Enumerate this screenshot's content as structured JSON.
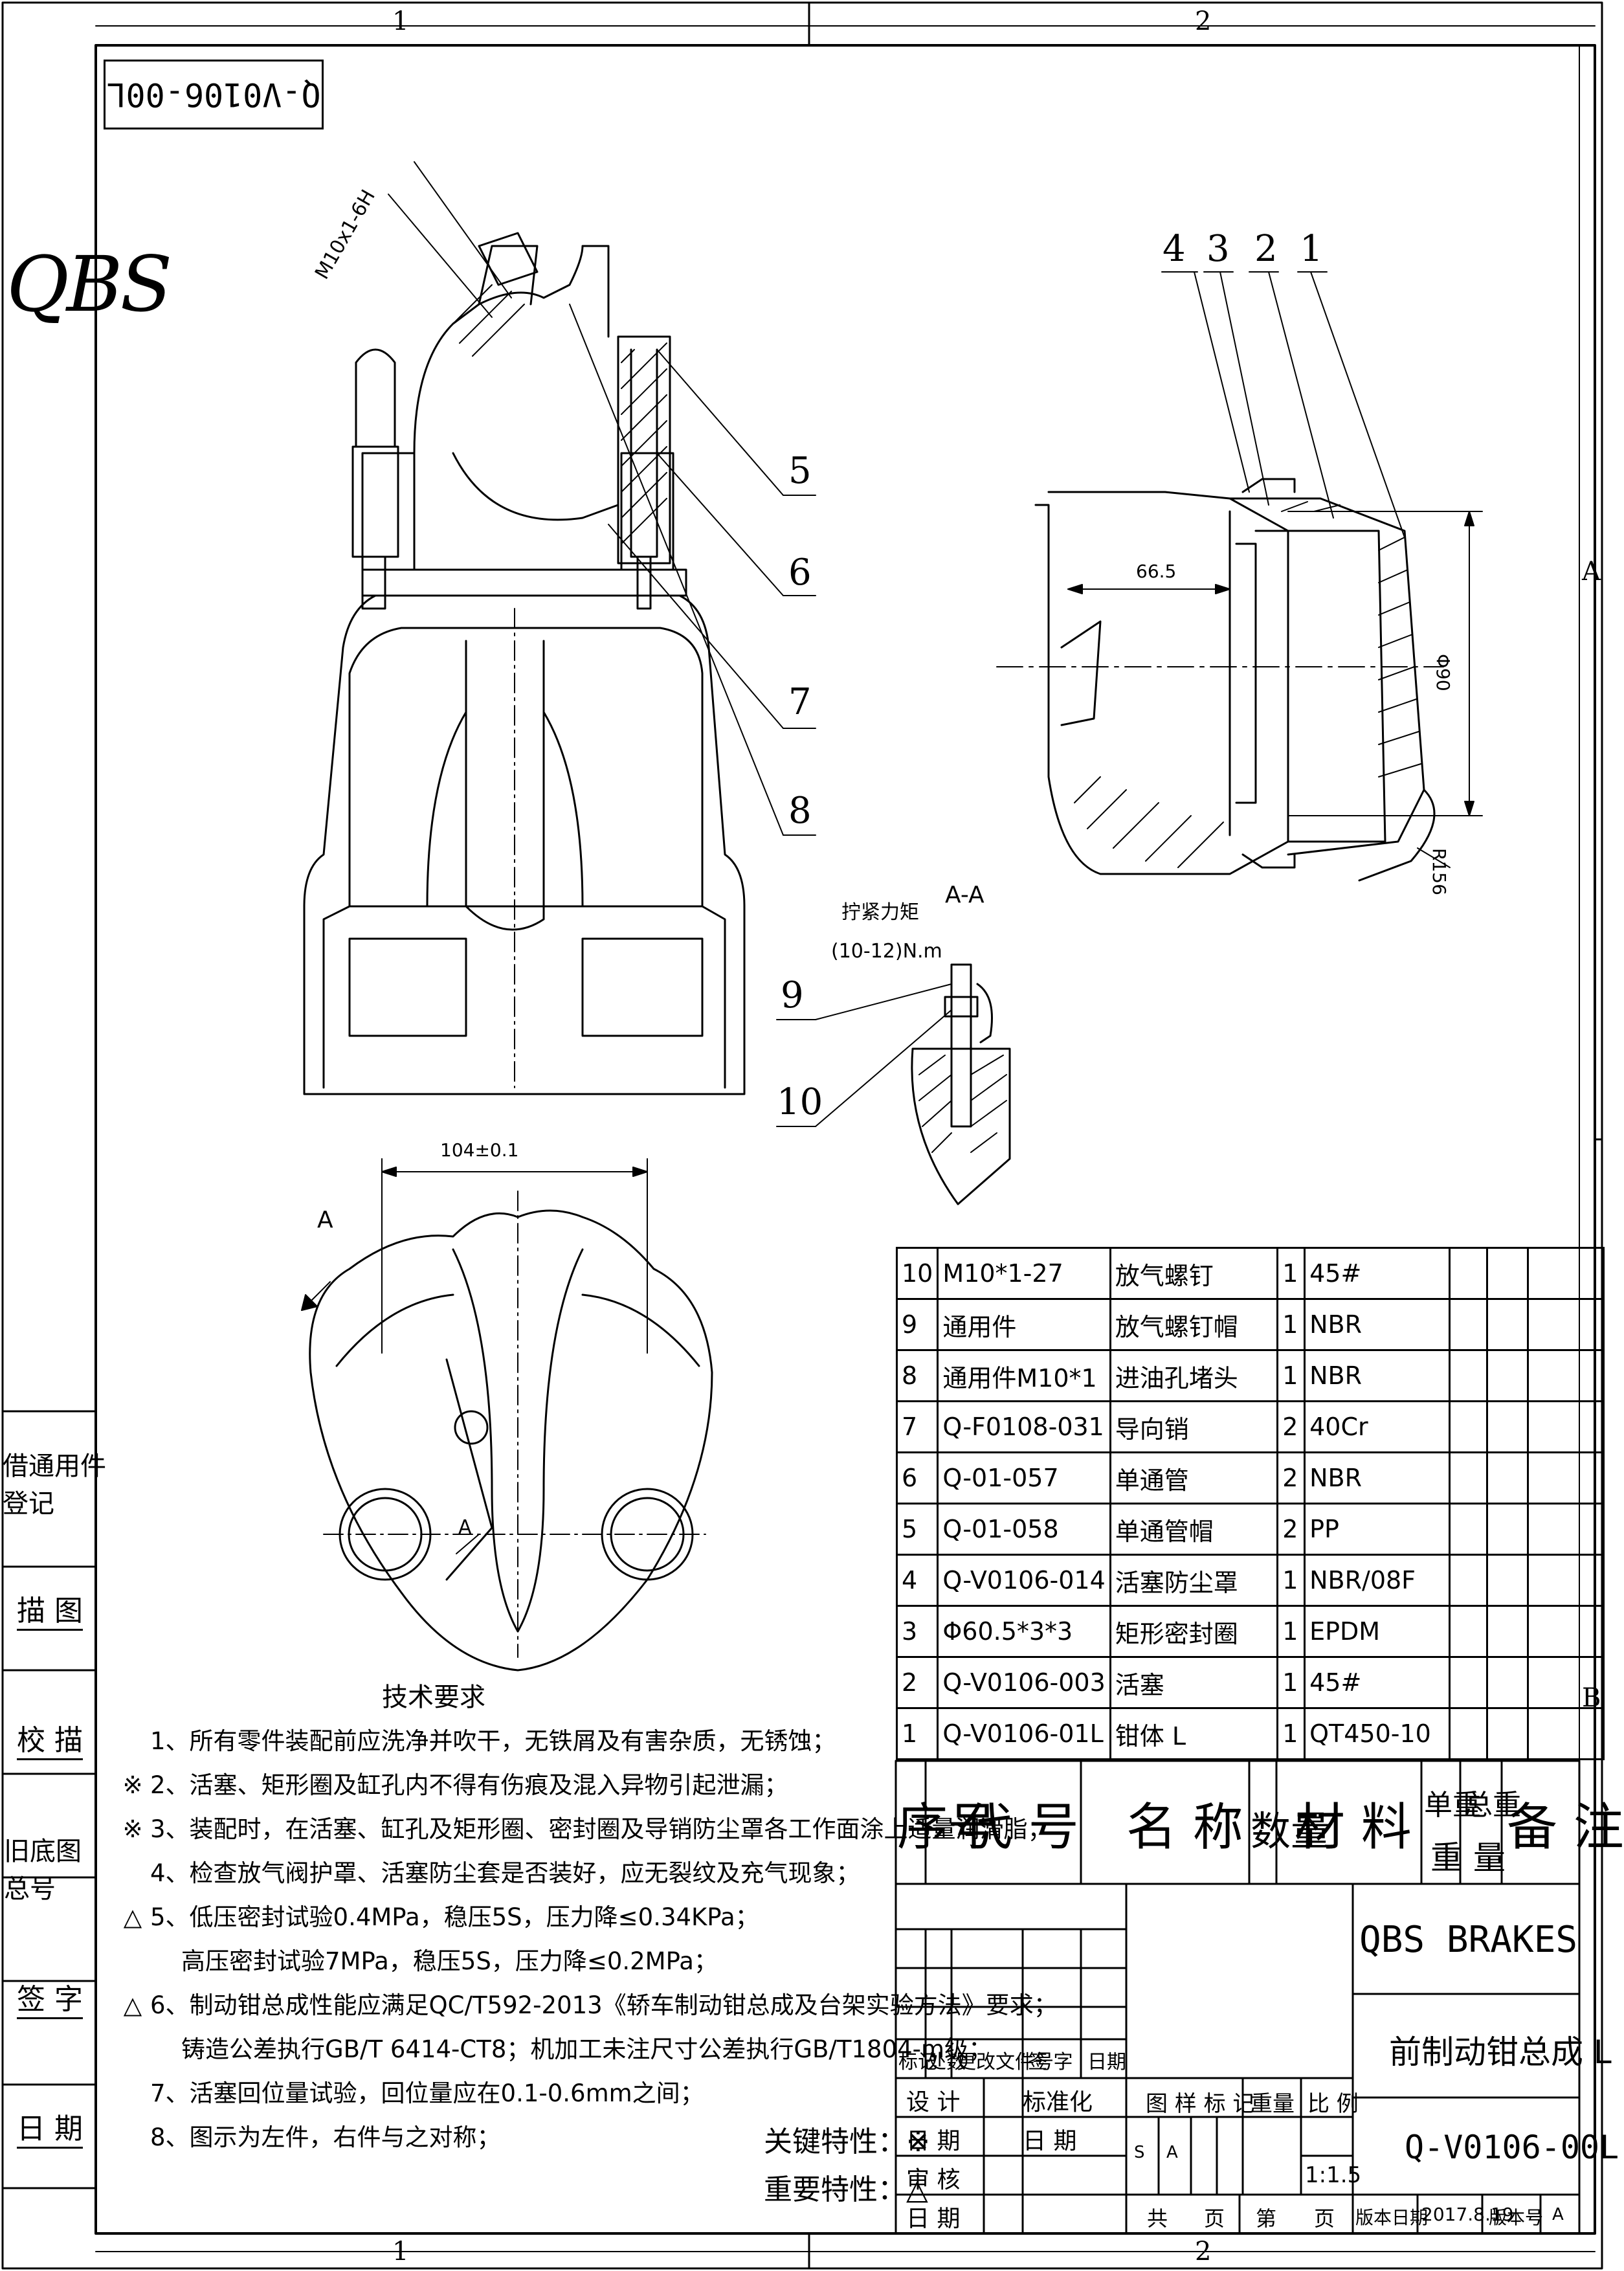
{
  "drawing_number": "Q-V0106-00L",
  "brand_logo": "QBS",
  "zone_marks": {
    "cols": [
      "1",
      "2"
    ],
    "rows": [
      "A",
      "B"
    ]
  },
  "left_strip": [
    "借通用件登记",
    "描 图",
    "校 描",
    "旧底图总号",
    "签 字",
    "日 期"
  ],
  "callouts": [
    "1",
    "2",
    "3",
    "4",
    "5",
    "6",
    "7",
    "8",
    "9",
    "10"
  ],
  "dims": {
    "thread": "M10x1-6H",
    "d665": "66.5",
    "dia90": "Φ90",
    "r156": "R156",
    "d104": "104±0.1"
  },
  "torque": {
    "label": "拧紧力矩",
    "value": "(10-12)N.m"
  },
  "section_a": "A-A",
  "view_a": "A",
  "tech": {
    "title": "技术要求",
    "items": [
      {
        "mark": "",
        "text": "1、所有零件装配前应洗净并吹干，无铁屑及有害杂质，无锈蚀；"
      },
      {
        "mark": "※",
        "text": "2、活塞、矩形圈及缸孔内不得有伤痕及混入异物引起泄漏；"
      },
      {
        "mark": "※",
        "text": "3、装配时，在活塞、缸孔及矩形圈、密封圈及导销防尘罩各工作面涂上适量润滑脂；"
      },
      {
        "mark": "",
        "text": "4、检查放气阀护罩、活塞防尘套是否装好，应无裂纹及充气现象；"
      },
      {
        "mark": "△",
        "text": "5、低压密封试验0.4MPa，稳压5S，压力降≤0.34KPa；"
      },
      {
        "mark": "",
        "text": "高压密封试验7MPa，稳压5S，压力降≤0.2MPa；"
      },
      {
        "mark": "△",
        "text": "6、制动钳总成性能应满足QC/T592-2013《轿车制动钳总成及台架实验方法》要求；"
      },
      {
        "mark": "",
        "text": "铸造公差执行GB/T 6414-CT8；机加工未注尺寸公差执行GB/T1804-m级；"
      },
      {
        "mark": "",
        "text": "7、活塞回位量试验，回位量应在0.1-0.6mm之间；"
      },
      {
        "mark": "",
        "text": "8、图示为左件，右件与之对称；"
      }
    ]
  },
  "key_chars": {
    "key": "关键特性：※",
    "important": "重要特性：△"
  },
  "parts": [
    {
      "no": "10",
      "code": "M10*1-27",
      "name": "放气螺钉",
      "qty": "1",
      "material": "45#"
    },
    {
      "no": "9",
      "code": "通用件",
      "name": "放气螺钉帽",
      "qty": "1",
      "material": "NBR"
    },
    {
      "no": "8",
      "code": "通用件M10*1",
      "name": "进油孔堵头",
      "qty": "1",
      "material": "NBR"
    },
    {
      "no": "7",
      "code": "Q-F0108-031",
      "name": "导向销",
      "qty": "2",
      "material": "40Cr"
    },
    {
      "no": "6",
      "code": "Q-01-057",
      "name": "单通管",
      "qty": "2",
      "material": "NBR"
    },
    {
      "no": "5",
      "code": "Q-01-058",
      "name": "单通管帽",
      "qty": "2",
      "material": "PP"
    },
    {
      "no": "4",
      "code": "Q-V0106-014",
      "name": "活塞防尘罩",
      "qty": "1",
      "material": "NBR/08F"
    },
    {
      "no": "3",
      "code": "Φ60.5*3*3",
      "name": "矩形密封圈",
      "qty": "1",
      "material": "EPDM"
    },
    {
      "no": "2",
      "code": "Q-V0106-003",
      "name": "活塞",
      "qty": "1",
      "material": "45#"
    },
    {
      "no": "1",
      "code": "Q-V0106-01L",
      "name": "钳体 L",
      "qty": "1",
      "material": "QT450-10"
    }
  ],
  "parts_header": {
    "seq": "序号",
    "code": "代 号",
    "name": "名 称",
    "qty": "数量",
    "material": "材 料",
    "unit_weight": "单重",
    "total_weight": "总重",
    "weight_sub": "重 量",
    "remark": "备 注"
  },
  "title_block": {
    "company": "QBS  BRAKES",
    "part_name": "前制动钳总成 L",
    "number": "Q-V0106-00L",
    "rev_cols": [
      "标记",
      "处数",
      "更改文件号",
      "签 字",
      "日期"
    ],
    "roles": [
      "设 计",
      "日 期",
      "审 核",
      "日 期"
    ],
    "role2": [
      "标准化",
      "日 期"
    ],
    "chart_mark": "图 样 标 记",
    "weight": "重量",
    "scale_label": "比 例",
    "scale": "1:1.5",
    "marks": [
      "S",
      "A"
    ],
    "total": "共",
    "page": "页",
    "num": "第",
    "page2": "页",
    "version_date_label": "版本日期",
    "version_date": "2017.8.19",
    "version_label": "版本号",
    "version": "A"
  }
}
